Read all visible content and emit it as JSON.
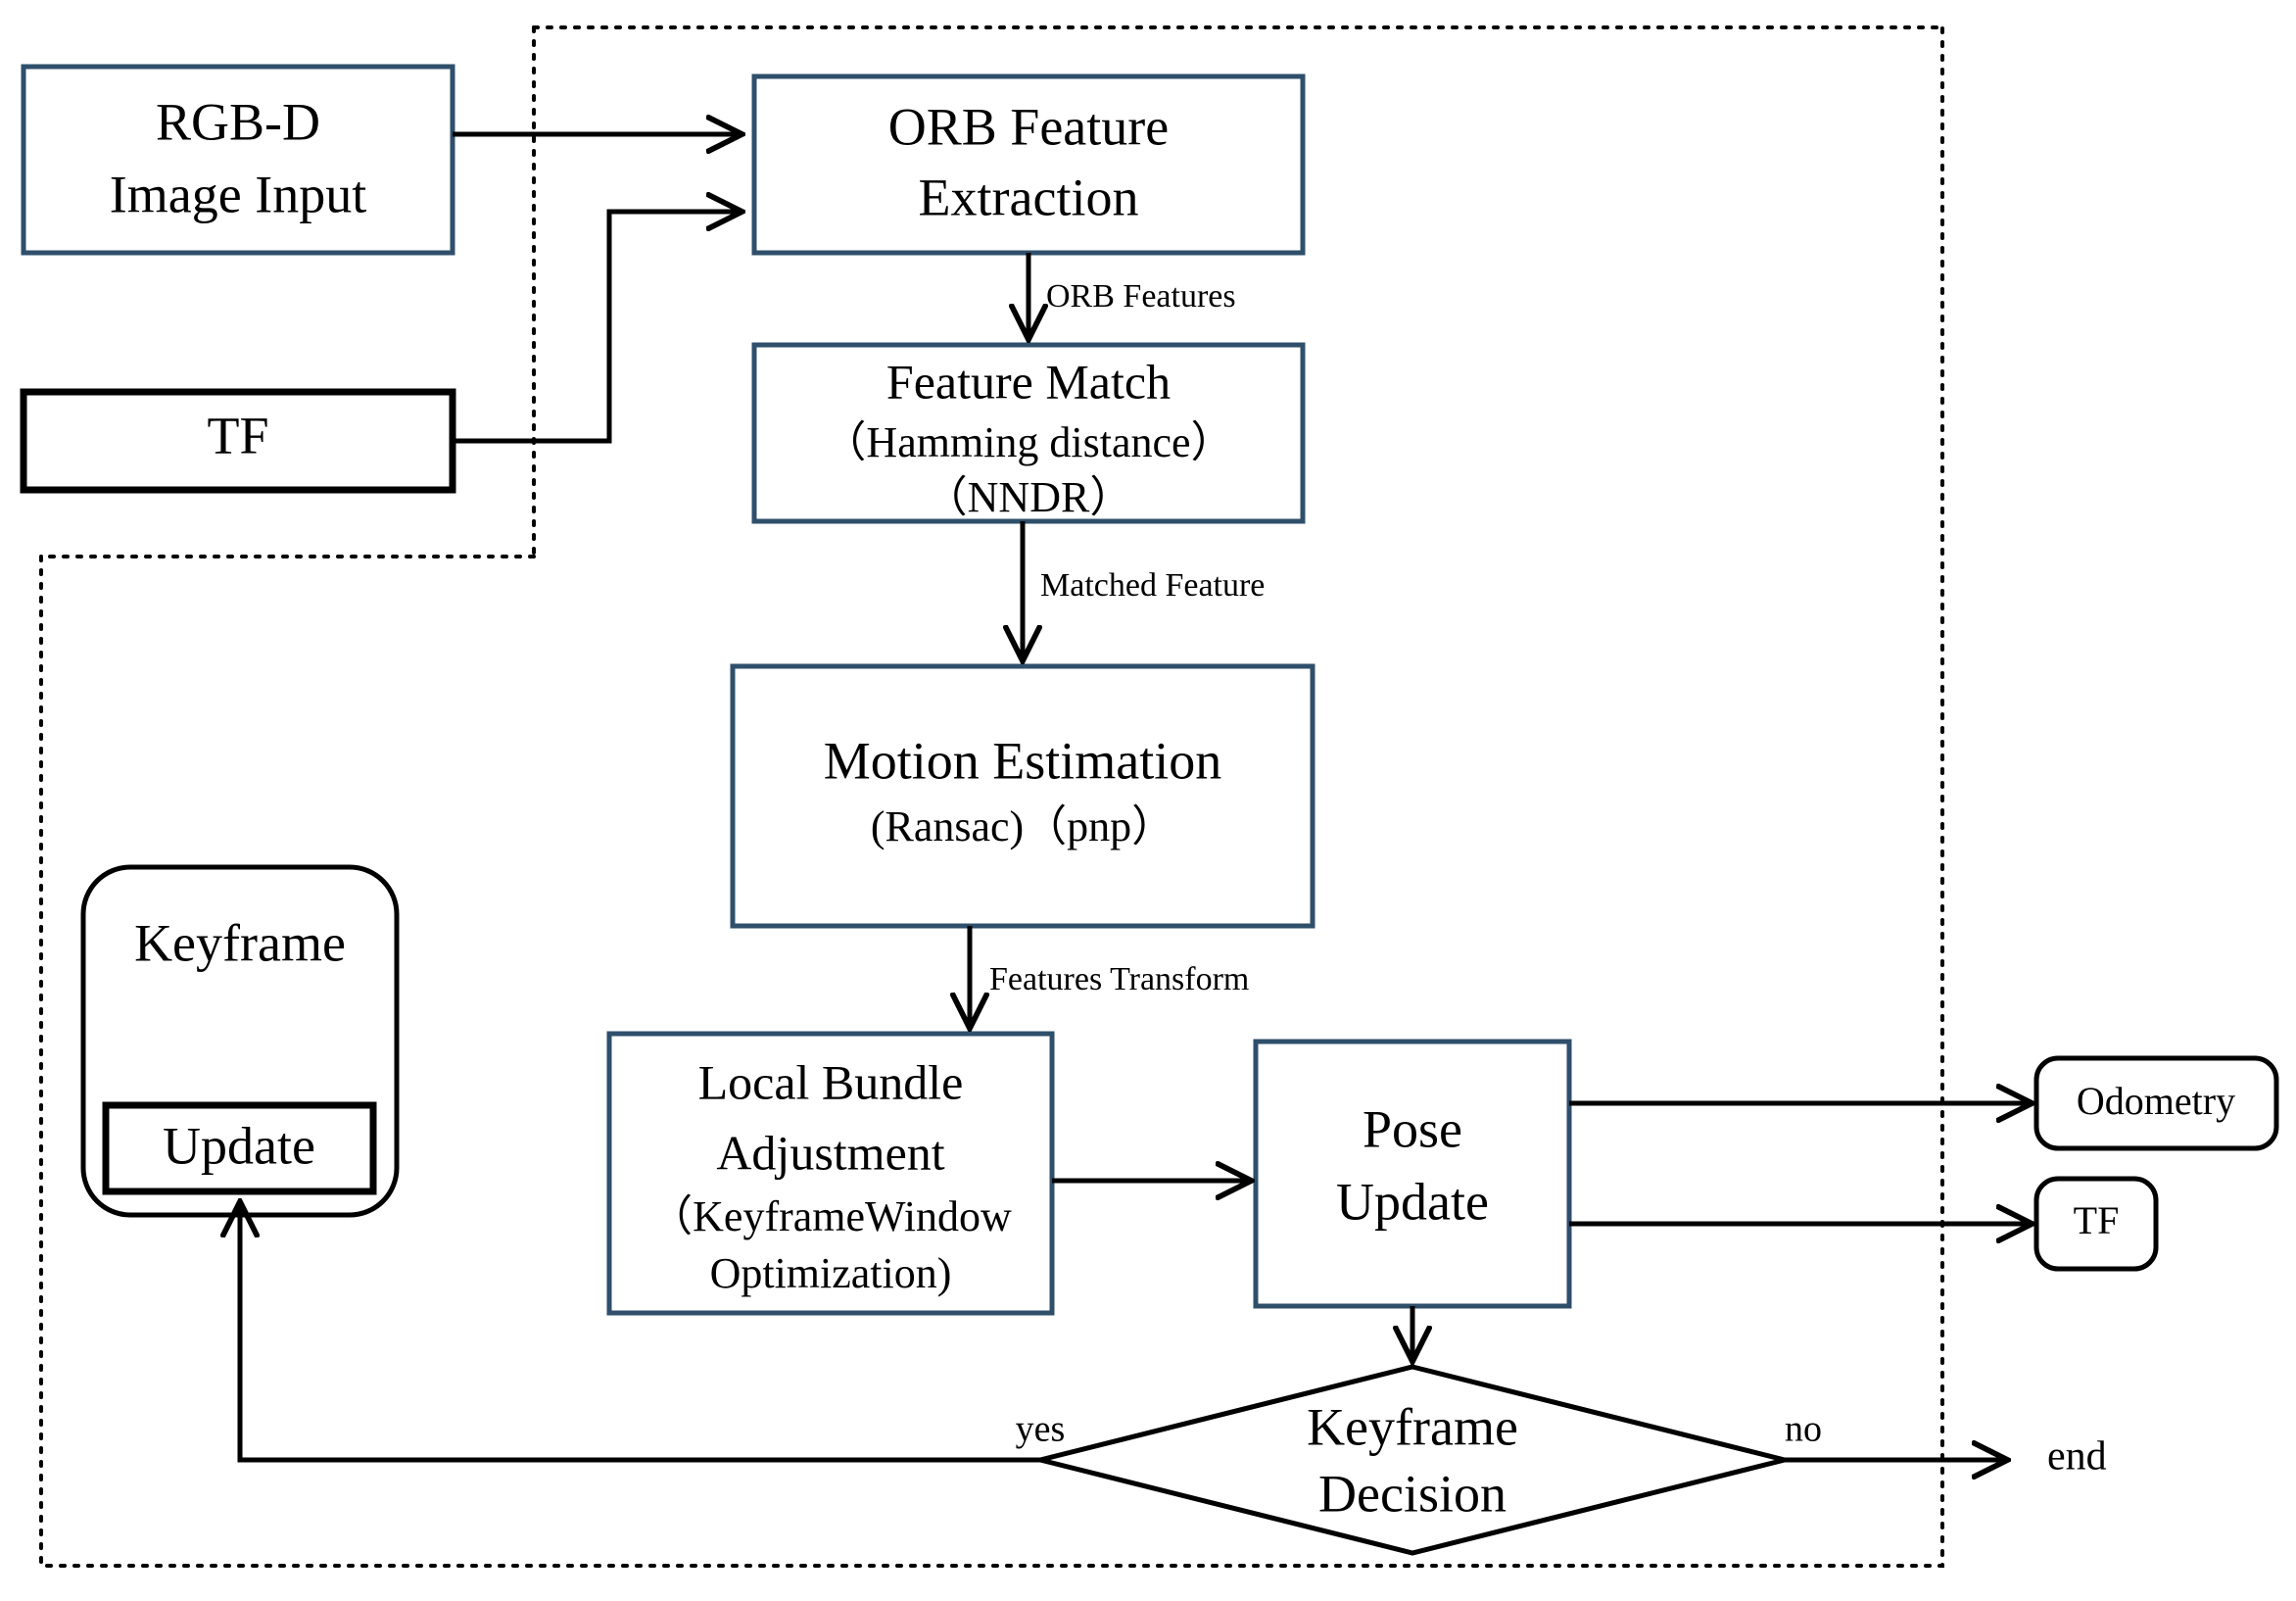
{
  "diagram": {
    "title": "RGB-D Visual Odometry Pipeline Flowchart",
    "colors": {
      "box_stroke_navy": "#2f4f6b",
      "box_stroke_black": "#000000",
      "line": "#000000",
      "background": "#ffffff"
    },
    "nodes": {
      "rgbd_input": {
        "line1": "RGB-D",
        "line2": "Image Input"
      },
      "tf_input": {
        "label": "TF"
      },
      "orb_extraction": {
        "line1": "ORB Feature",
        "line2": "Extraction"
      },
      "feature_match": {
        "line1": "Feature Match",
        "line2": "（Hamming distance）",
        "line3": "（NNDR）"
      },
      "motion_estimation": {
        "line1": "Motion Estimation",
        "line2": "(Ransac)（pnp）"
      },
      "local_bundle_adjustment": {
        "line1": "Local Bundle",
        "line2": "Adjustment",
        "line3": "（KeyframeWindow",
        "line4": "Optimization)"
      },
      "pose_update": {
        "line1": "Pose",
        "line2": "Update"
      },
      "keyframe_store": {
        "label": "Keyframe"
      },
      "keyframe_update": {
        "label": "Update"
      },
      "keyframe_decision": {
        "line1": "Keyframe",
        "line2": "Decision"
      },
      "odometry_output": {
        "label": "Odometry"
      },
      "tf_output": {
        "label": "TF"
      }
    },
    "edge_labels": {
      "orb_features": "ORB Features",
      "matched_feature": "Matched Feature",
      "features_transform": "Features Transform"
    },
    "branch_labels": {
      "yes": "yes",
      "no": "no"
    },
    "terminals": {
      "end": "end"
    }
  }
}
